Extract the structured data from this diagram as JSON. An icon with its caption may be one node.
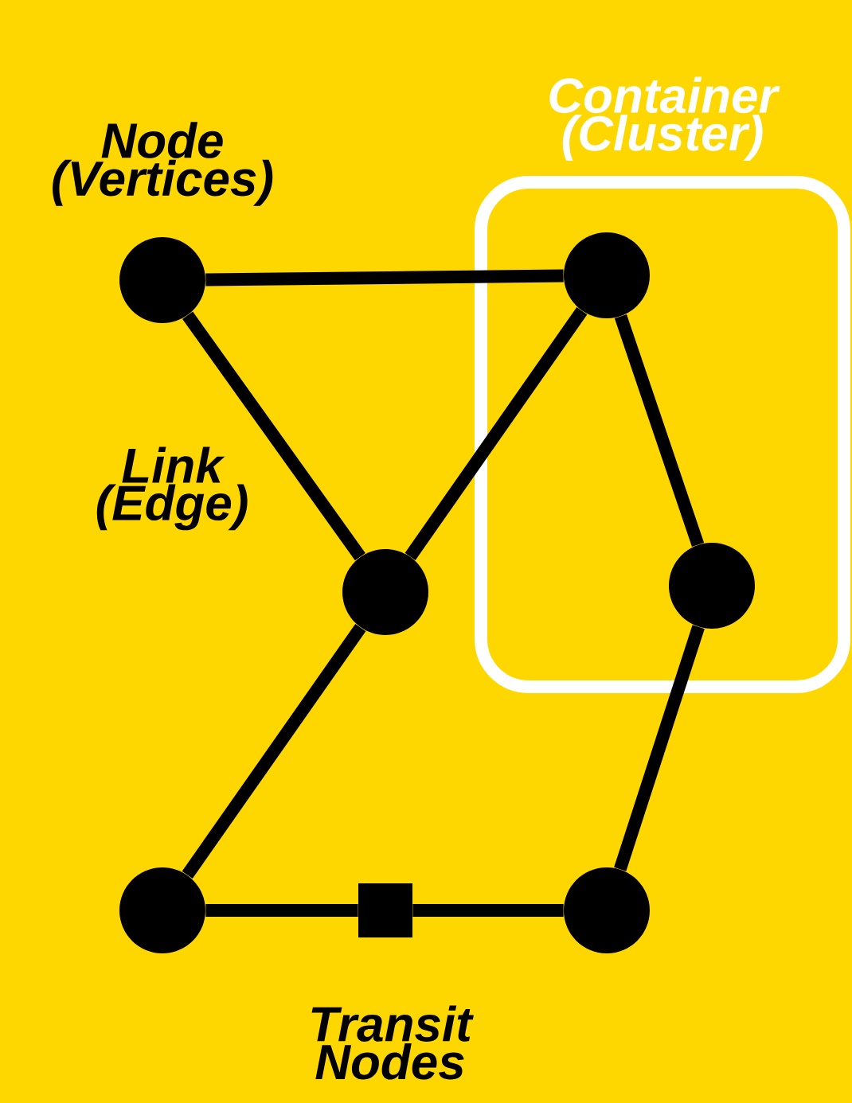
{
  "diagram": {
    "nodes": [
      {
        "text": [
          "Container (Cluster)"
        ]
      },
      {
        "text": [],
        "shape": "circle"
      },
      {
        "text": [],
        "shape": "circle",
        "in": 0
      },
      {
        "text": [],
        "shape": "circle"
      },
      {
        "text": [],
        "shape": "circle",
        "in": 0
      },
      {
        "text": [],
        "shape": "circle"
      },
      {
        "text": [],
        "shape": "box"
      },
      {
        "text": [],
        "shape": "circle"
      }
    ],
    "edges": [
      {
        "from": 1,
        "to": 2,
        "arrow": "none"
      },
      {
        "from": 1,
        "to": 3,
        "arrow": "none"
      },
      {
        "from": 3,
        "to": 2,
        "arrow": "none"
      },
      {
        "from": 2,
        "to": 4,
        "arrow": "none"
      },
      {
        "from": 4,
        "to": 7,
        "arrow": "none"
      },
      {
        "from": 3,
        "to": 5,
        "arrow": "none"
      },
      {
        "from": 5,
        "to": 6,
        "arrow": "none"
      },
      {
        "from": 6,
        "to": 7,
        "arrow": "none"
      }
    ],
    "labels": [
      "Node (Vertices)",
      "Link (Edge)",
      "Transit Nodes"
    ]
  }
}
